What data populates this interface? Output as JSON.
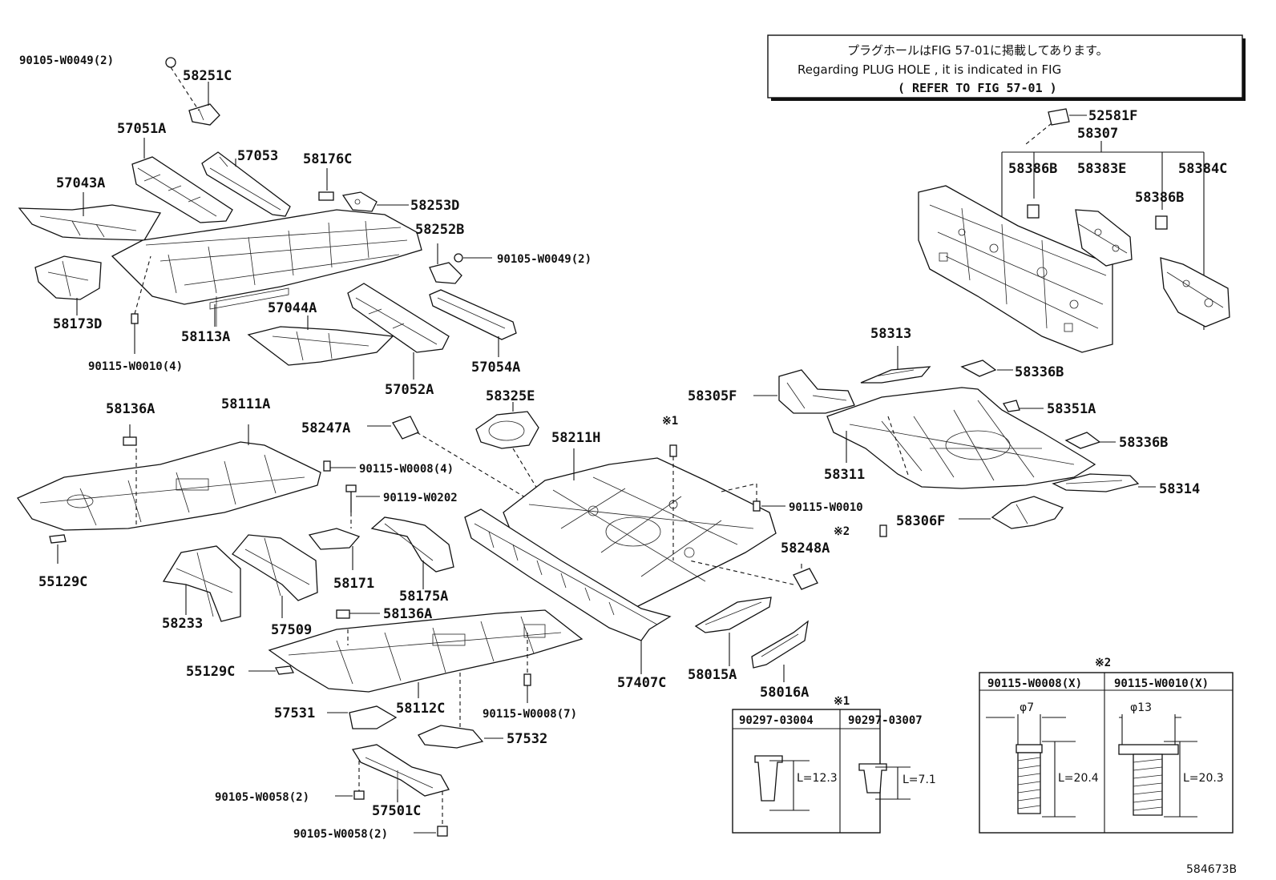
{
  "note": {
    "line_ja": "プラグホールはFIG 57-01に掲載してあります。",
    "line_en": "Regarding  PLUG  HOLE  ,  it  is  indicated  in  FIG",
    "line_ref": "(  REFER TO FIG 57-01  )"
  },
  "labels": {
    "p90105_w0049_top": "90105-W0049(2)",
    "p58251c": "58251C",
    "p57051a": "57051A",
    "p57053": "57053",
    "p58176c": "58176C",
    "p57043a": "57043A",
    "p58253d": "58253D",
    "p58252b": "58252B",
    "p90105_w0049_mid": "90105-W0049(2)",
    "p58173d": "58173D",
    "p58113a": "58113A",
    "p57044a": "57044A",
    "p90115_w0010_4": "90115-W0010(4)",
    "p57052a": "57052A",
    "p57054a": "57054A",
    "p52581f": "52581F",
    "p58307": "58307",
    "p58386b_1": "58386B",
    "p58383e": "58383E",
    "p58386b_2": "58386B",
    "p58384c": "58384C",
    "p58313": "58313",
    "p58336b_1": "58336B",
    "p58305f": "58305F",
    "p58351a": "58351A",
    "p58336b_2": "58336B",
    "p58311": "58311",
    "p58314": "58314",
    "p58306f": "58306F",
    "p58136a_1": "58136A",
    "p58111a": "58111A",
    "p58247a": "58247A",
    "p58325e": "58325E",
    "p58211h": "58211H",
    "p90115_w0008_4": "90115-W0008(4)",
    "p90119_w0202": "90119-W0202",
    "p90115_w0010": "90115-W0010",
    "p58248a": "58248A",
    "p55129c_1": "55129C",
    "p58233": "58233",
    "p57509": "57509",
    "p58171": "58171",
    "p58175a": "58175A",
    "p58136a_2": "58136A",
    "p55129c_2": "55129C",
    "p57407c": "57407C",
    "p58015a": "58015A",
    "p58016a": "58016A",
    "p58112c": "58112C",
    "p57531": "57531",
    "p90115_w0008_7": "90115-W0008(7)",
    "p57532": "57532",
    "p90105_w0058_1": "90105-W0058(2)",
    "p57501c": "57501C",
    "p90105_w0058_2": "90105-W0058(2)",
    "mark1": "※1",
    "mark2": "※2"
  },
  "table1": {
    "mark": "※1",
    "col1": "90297-03004",
    "col2": "90297-03007",
    "dim1": "L=12.3",
    "dim2": "L=7.1"
  },
  "table2": {
    "mark": "※2",
    "col1": "90115-W0008(X)",
    "col2": "90115-W0010(X)",
    "phi1": "φ7",
    "phi2": "φ13",
    "dim1": "L=20.4",
    "dim2": "L=20.3"
  },
  "figure_id": "584673B"
}
